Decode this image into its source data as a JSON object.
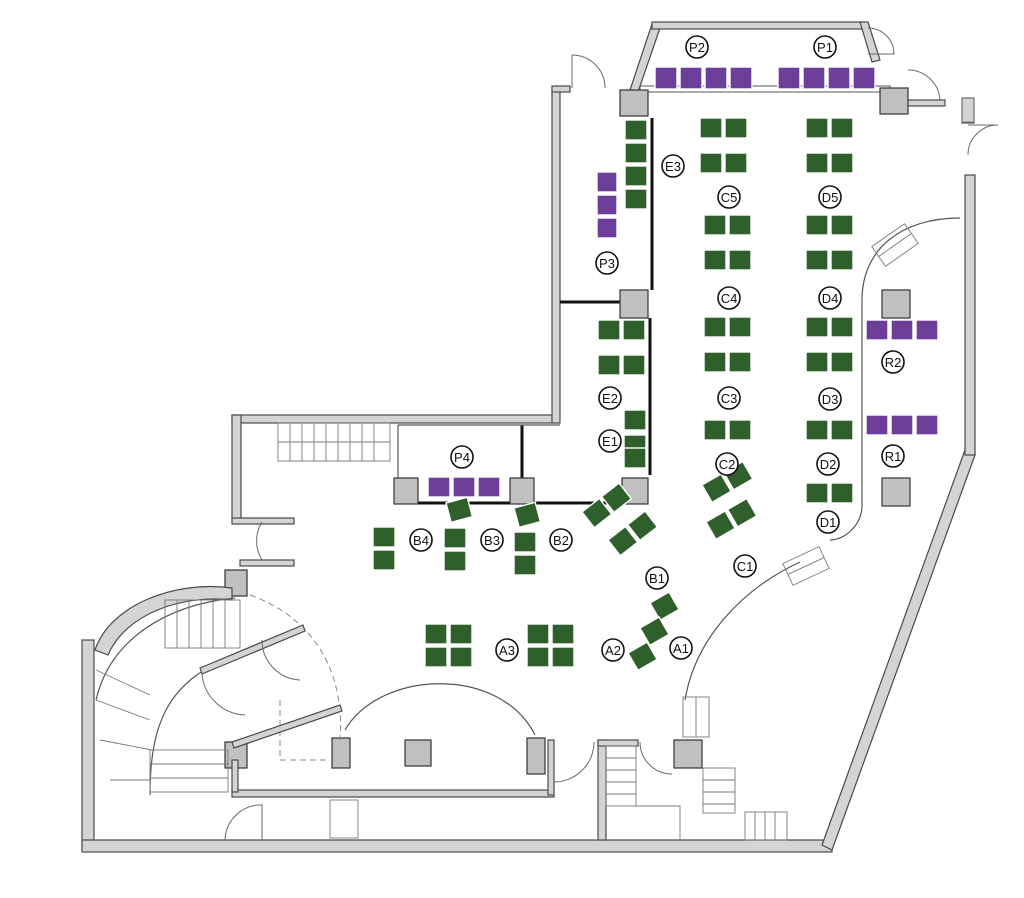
{
  "colors": {
    "standard_table": "#2f5f2a",
    "premium_table": "#6d3f9b",
    "wall_fill": "#d4d4d4",
    "pillar_fill": "#c0c0c0"
  },
  "zone_labels": [
    "P1",
    "P2",
    "P3",
    "P4",
    "E1",
    "E2",
    "E3",
    "C1",
    "C2",
    "C3",
    "C4",
    "C5",
    "D1",
    "D2",
    "D3",
    "D4",
    "D5",
    "B1",
    "B2",
    "B3",
    "B4",
    "A1",
    "A2",
    "A3",
    "R1",
    "R2"
  ]
}
